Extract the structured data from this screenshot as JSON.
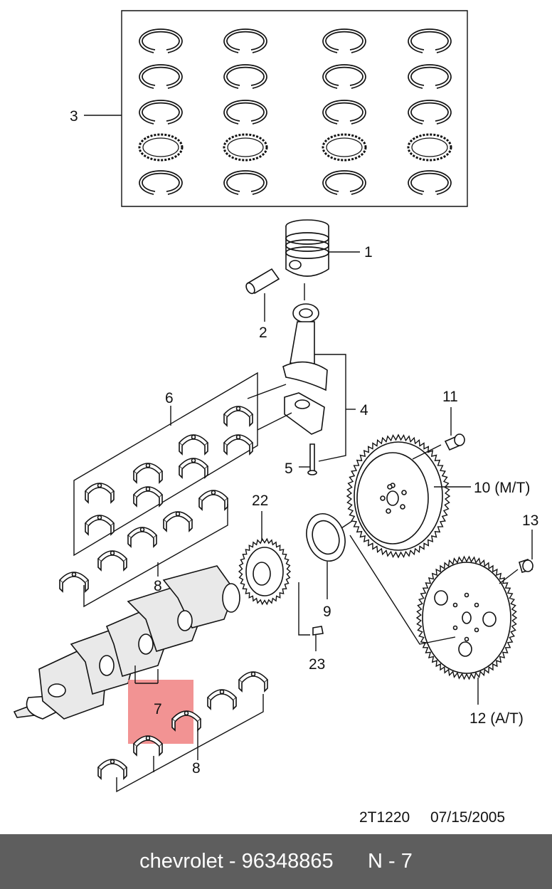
{
  "callouts": {
    "c1": "1",
    "c2": "2",
    "c3": "3",
    "c4": "4",
    "c5": "5",
    "c6": "6",
    "c7": "7",
    "c8a": "8",
    "c8b": "8",
    "c9": "9",
    "c10": "10 (M/T)",
    "c11": "11",
    "c12": "12 (A/T)",
    "c13": "13",
    "c22": "22",
    "c23": "23"
  },
  "diagram_code": "2T1220",
  "diagram_date": "07/15/2005",
  "highlight_color": "#f08080",
  "footer": {
    "text": "chevrolet - 96348865      N - 7",
    "background": "#5e5e5e"
  }
}
